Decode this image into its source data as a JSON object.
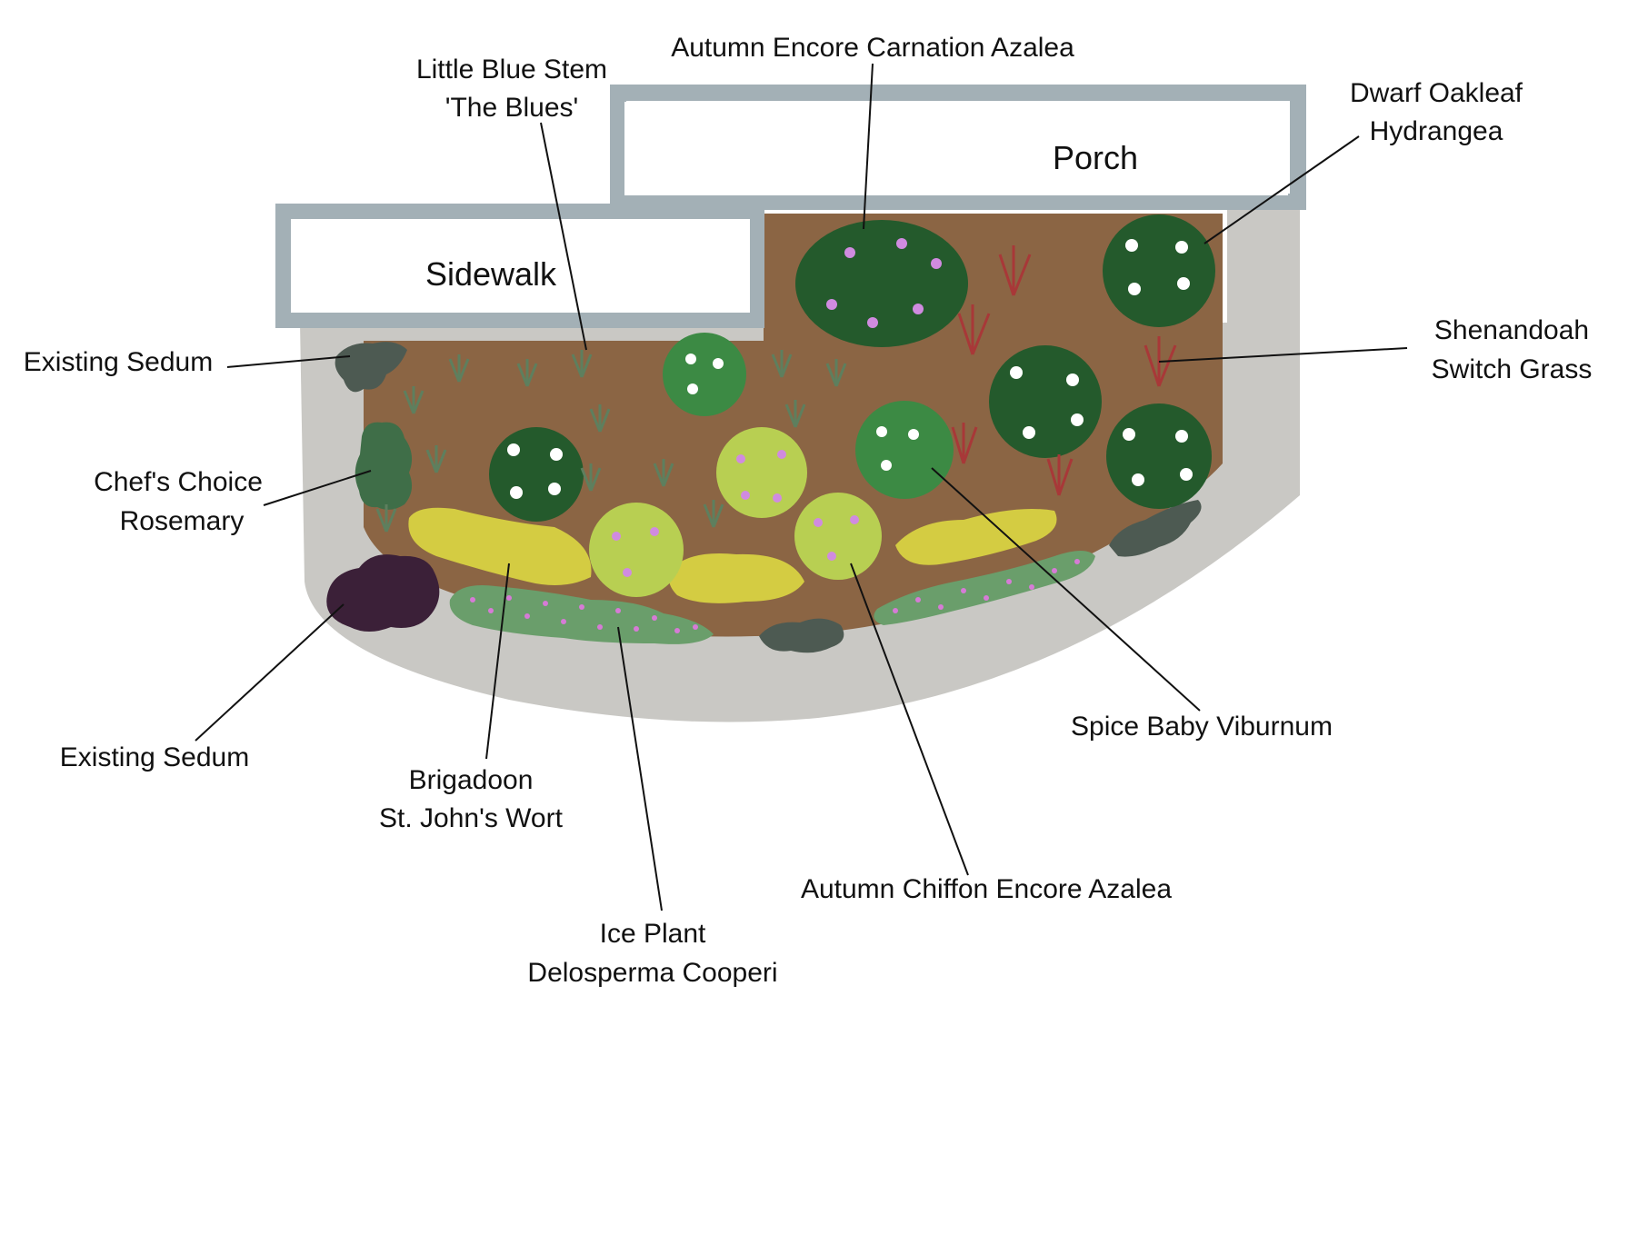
{
  "areas": {
    "porch": "Porch",
    "sidewalk": "Sidewalk"
  },
  "labels": {
    "little_blue_stem": [
      "Little Blue Stem",
      "'The Blues'"
    ],
    "autumn_encore_carnation": [
      "Autumn Encore Carnation Azalea"
    ],
    "dwarf_oakleaf": [
      "Dwarf Oakleaf",
      "Hydrangea"
    ],
    "existing_sedum_top": [
      "Existing Sedum"
    ],
    "shenandoah": [
      "Shenandoah",
      "Switch Grass"
    ],
    "chefs_choice": [
      "Chef's Choice",
      "Rosemary"
    ],
    "existing_sedum_bottom": [
      "Existing Sedum"
    ],
    "brigadoon": [
      "Brigadoon",
      "St. John's Wort"
    ],
    "spice_baby": [
      "Spice Baby Viburnum"
    ],
    "autumn_chiffon": [
      "Autumn Chiffon Encore Azalea"
    ],
    "ice_plant": [
      "Ice Plant",
      "Delosperma Cooperi"
    ]
  },
  "colors": {
    "soil": "#8b6544",
    "border": "#c9c8c4",
    "paving_outline": "#a3b0b6",
    "hydrangea": "#245a2c",
    "viburnum": "#3c8a44",
    "lime_azalea": "#b8cf52",
    "st_johns_wort": "#d4cc42",
    "ice_plant": "#6a9e6b",
    "ice_plant_flower": "#d67bd6",
    "rosemary": "#3f6e48",
    "sedum_dark": "#4d5a52",
    "sedum_purple": "#3b2038",
    "switch_grass": "#a83838",
    "blue_stem": "#5e7f5e",
    "azalea_flower": "#d08be0"
  }
}
